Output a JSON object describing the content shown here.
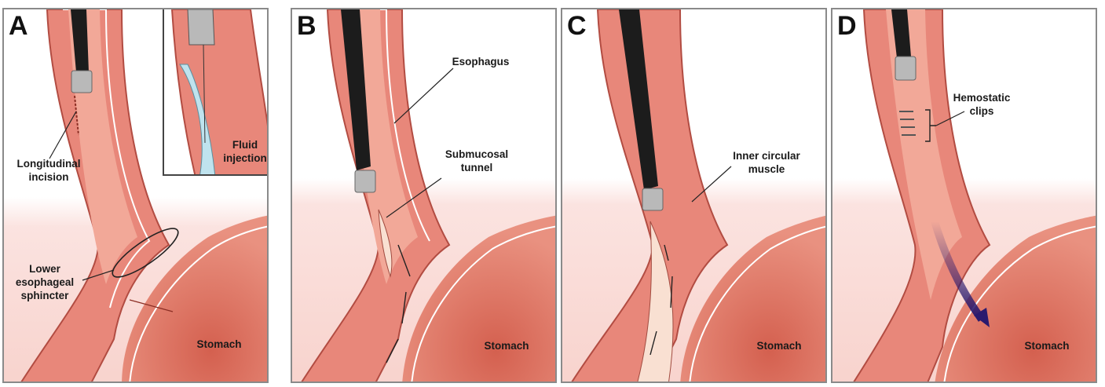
{
  "panels": [
    {
      "letter": "A",
      "labels": {
        "incision": "Longitudinal\nincision",
        "les": "Lower\nesophageal\nsphincter",
        "stomach": "Stomach",
        "fluid": "Fluid\ninjection"
      }
    },
    {
      "letter": "B",
      "labels": {
        "esophagus": "Esophagus",
        "tunnel": "Submucosal\ntunnel",
        "stomach": "Stomach"
      }
    },
    {
      "letter": "C",
      "labels": {
        "muscle": "Inner circular\nmuscle",
        "stomach": "Stomach"
      }
    },
    {
      "letter": "D",
      "labels": {
        "clips": "Hemostatic\nclips",
        "stomach": "Stomach"
      }
    }
  ],
  "colors": {
    "tissue": "#e8877a",
    "tissue_dark": "#c9574b",
    "tissue_light": "#f6c6b8",
    "lumen": "#f2a898",
    "endoscope": "#1c1c1c",
    "tunnel": "#f9e0d2",
    "arrow": "#2a1a6e"
  }
}
